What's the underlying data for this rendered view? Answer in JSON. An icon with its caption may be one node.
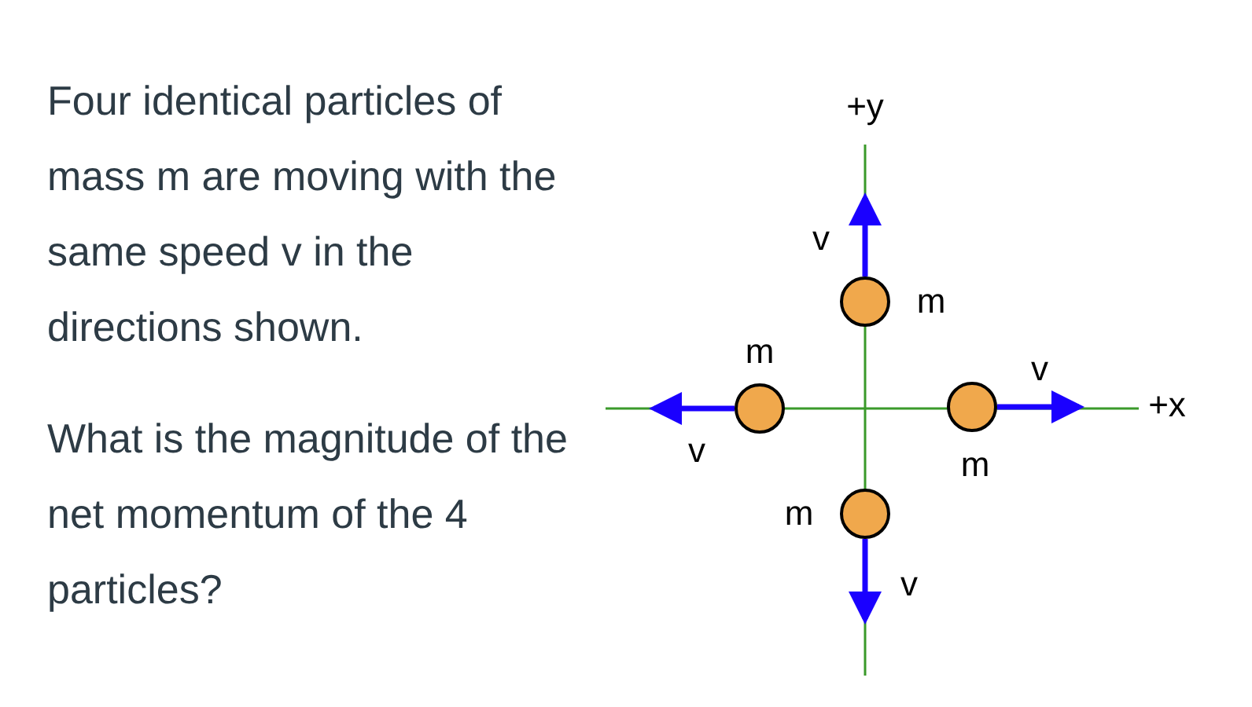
{
  "diagram": {
    "nodes": [
      {
        "text": [],
        "shape": "circle",
        "beside": [
          "m"
        ]
      },
      {
        "text": [],
        "shape": "circle",
        "beside": [
          "m"
        ]
      },
      {
        "text": [],
        "shape": "circle",
        "beside": [
          "m"
        ]
      },
      {
        "text": [],
        "shape": "circle",
        "beside": [
          "m"
        ]
      }
    ],
    "labels": [
      "Four identical particles of mass m are moving with the same speed v in the directions shown.",
      "What is the magnitude of the net momentum of the 4 particles?",
      "+y",
      "v",
      "v",
      "v",
      "v",
      "+x"
    ]
  }
}
